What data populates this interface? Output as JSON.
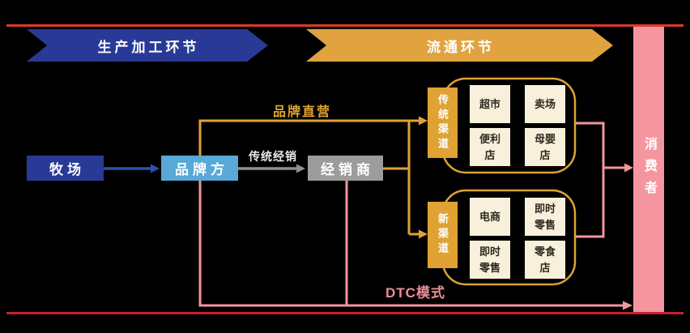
{
  "colors": {
    "background": "#000000",
    "dark_blue": "#283a96",
    "light_blue": "#58a8d8",
    "gray": "#9c9c9c",
    "gold": "#dfa233",
    "cream": "#f8f0da",
    "pink_bar": "#f595a0",
    "pink_line": "#f2959e",
    "salmon_text": "#ee8d96",
    "red_top": "#dd3a28",
    "red_bottom": "#c2202a",
    "blue_arrow": "#2b51b0",
    "gray_arrow": "#8f8f8f"
  },
  "banners": {
    "production": {
      "label": "生产加工环节"
    },
    "circulation": {
      "label": "流通环节"
    }
  },
  "nodes": {
    "farm": {
      "label": "牧场"
    },
    "brand": {
      "label": "品牌方"
    },
    "distributor": {
      "label": "经销商"
    },
    "consumer": {
      "label": "消费者"
    }
  },
  "channels": {
    "traditional": {
      "label": "传统渠道",
      "stores": [
        "超市",
        "卖场",
        "便利店",
        "母婴店"
      ]
    },
    "new": {
      "label": "新渠道",
      "stores": [
        "电商",
        "即时零售",
        "即时零售",
        "零食店"
      ]
    }
  },
  "flows": {
    "brand_direct": {
      "label": "品牌直营"
    },
    "traditional_distribution": {
      "label": "传统经销"
    },
    "dtc": {
      "label": "DTC模式"
    }
  }
}
